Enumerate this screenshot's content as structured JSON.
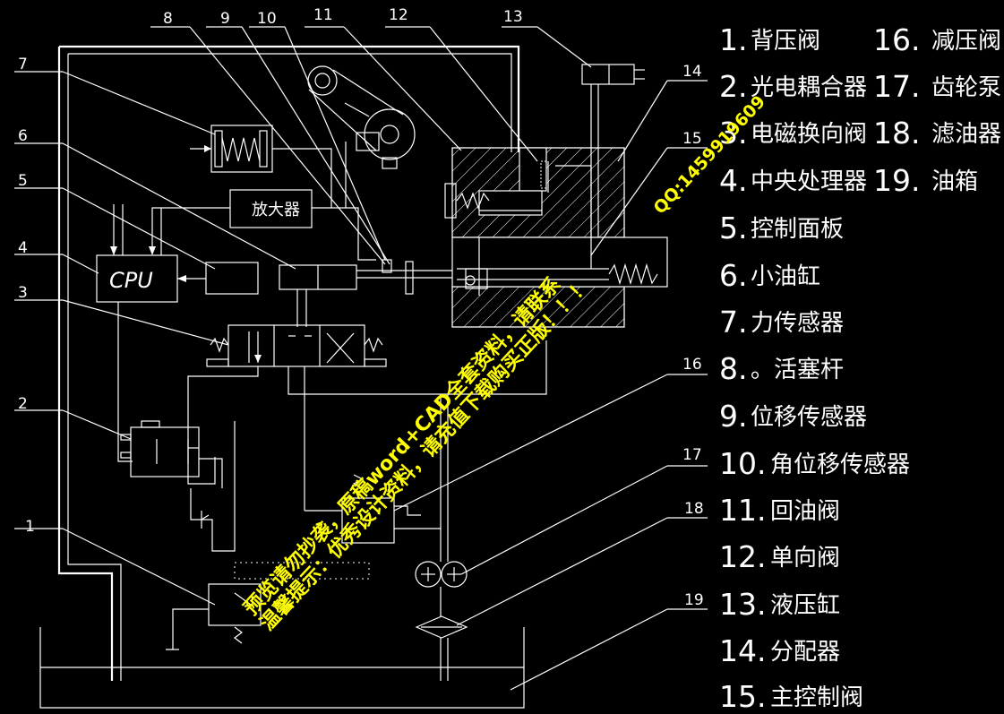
{
  "callouts": [
    "1",
    "2",
    "3",
    "4",
    "5",
    "6",
    "7",
    "8",
    "9",
    "10",
    "11",
    "12",
    "13",
    "14",
    "15",
    "16",
    "17",
    "18",
    "19"
  ],
  "boxes": {
    "amplifier": "放大器",
    "cpu": "CPU"
  },
  "legend": [
    {
      "n": "1.",
      "label": "背压阀"
    },
    {
      "n": "2.",
      "label": "光电耦合器"
    },
    {
      "n": "3.",
      "label": "电磁换向阀"
    },
    {
      "n": "4.",
      "label": "中央处理器"
    },
    {
      "n": "5.",
      "label": "控制面板"
    },
    {
      "n": "6.",
      "label": "小油缸"
    },
    {
      "n": "7.",
      "label": "力传感器"
    },
    {
      "n": "8.",
      "label": "。活塞杆"
    },
    {
      "n": "9.",
      "label": "位移传感器"
    },
    {
      "n": "10.",
      "label": "角位移传感器"
    },
    {
      "n": "11.",
      "label": "回油阀"
    },
    {
      "n": "12.",
      "label": "单向阀"
    },
    {
      "n": "13.",
      "label": "液压缸"
    },
    {
      "n": "14.",
      "label": "分配器"
    },
    {
      "n": "15.",
      "label": "主控制阀"
    },
    {
      "n": "16.",
      "label": "减压阀"
    },
    {
      "n": "17.",
      "label": "齿轮泵"
    },
    {
      "n": "18.",
      "label": "滤油器"
    },
    {
      "n": "19.",
      "label": "油箱"
    }
  ],
  "watermark": {
    "line1": "预览请勿抄袭，原稿word+CAD全套资料，请联系",
    "qq": "QQ:1459919609",
    "line2": "温馨提示：优秀设计资料，请充值下载购买正版！！！"
  }
}
